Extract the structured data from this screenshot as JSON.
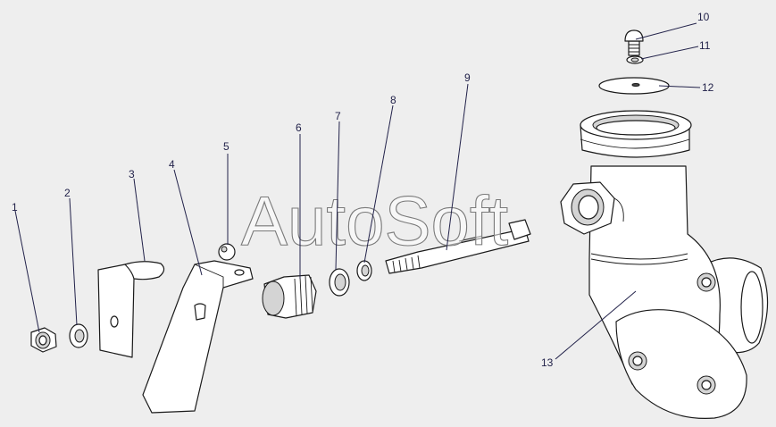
{
  "watermark": "AutoSoft",
  "callouts": [
    {
      "id": "1",
      "text": "1"
    },
    {
      "id": "2",
      "text": "2"
    },
    {
      "id": "3",
      "text": "3"
    },
    {
      "id": "4",
      "text": "4"
    },
    {
      "id": "5",
      "text": "5"
    },
    {
      "id": "6",
      "text": "6"
    },
    {
      "id": "7",
      "text": "7"
    },
    {
      "id": "8",
      "text": "8"
    },
    {
      "id": "9",
      "text": "9"
    },
    {
      "id": "10",
      "text": "10"
    },
    {
      "id": "11",
      "text": "11"
    },
    {
      "id": "12",
      "text": "12"
    },
    {
      "id": "13",
      "text": "13"
    }
  ],
  "colors": {
    "background": "#eeeeee",
    "callout": "#22224a"
  }
}
